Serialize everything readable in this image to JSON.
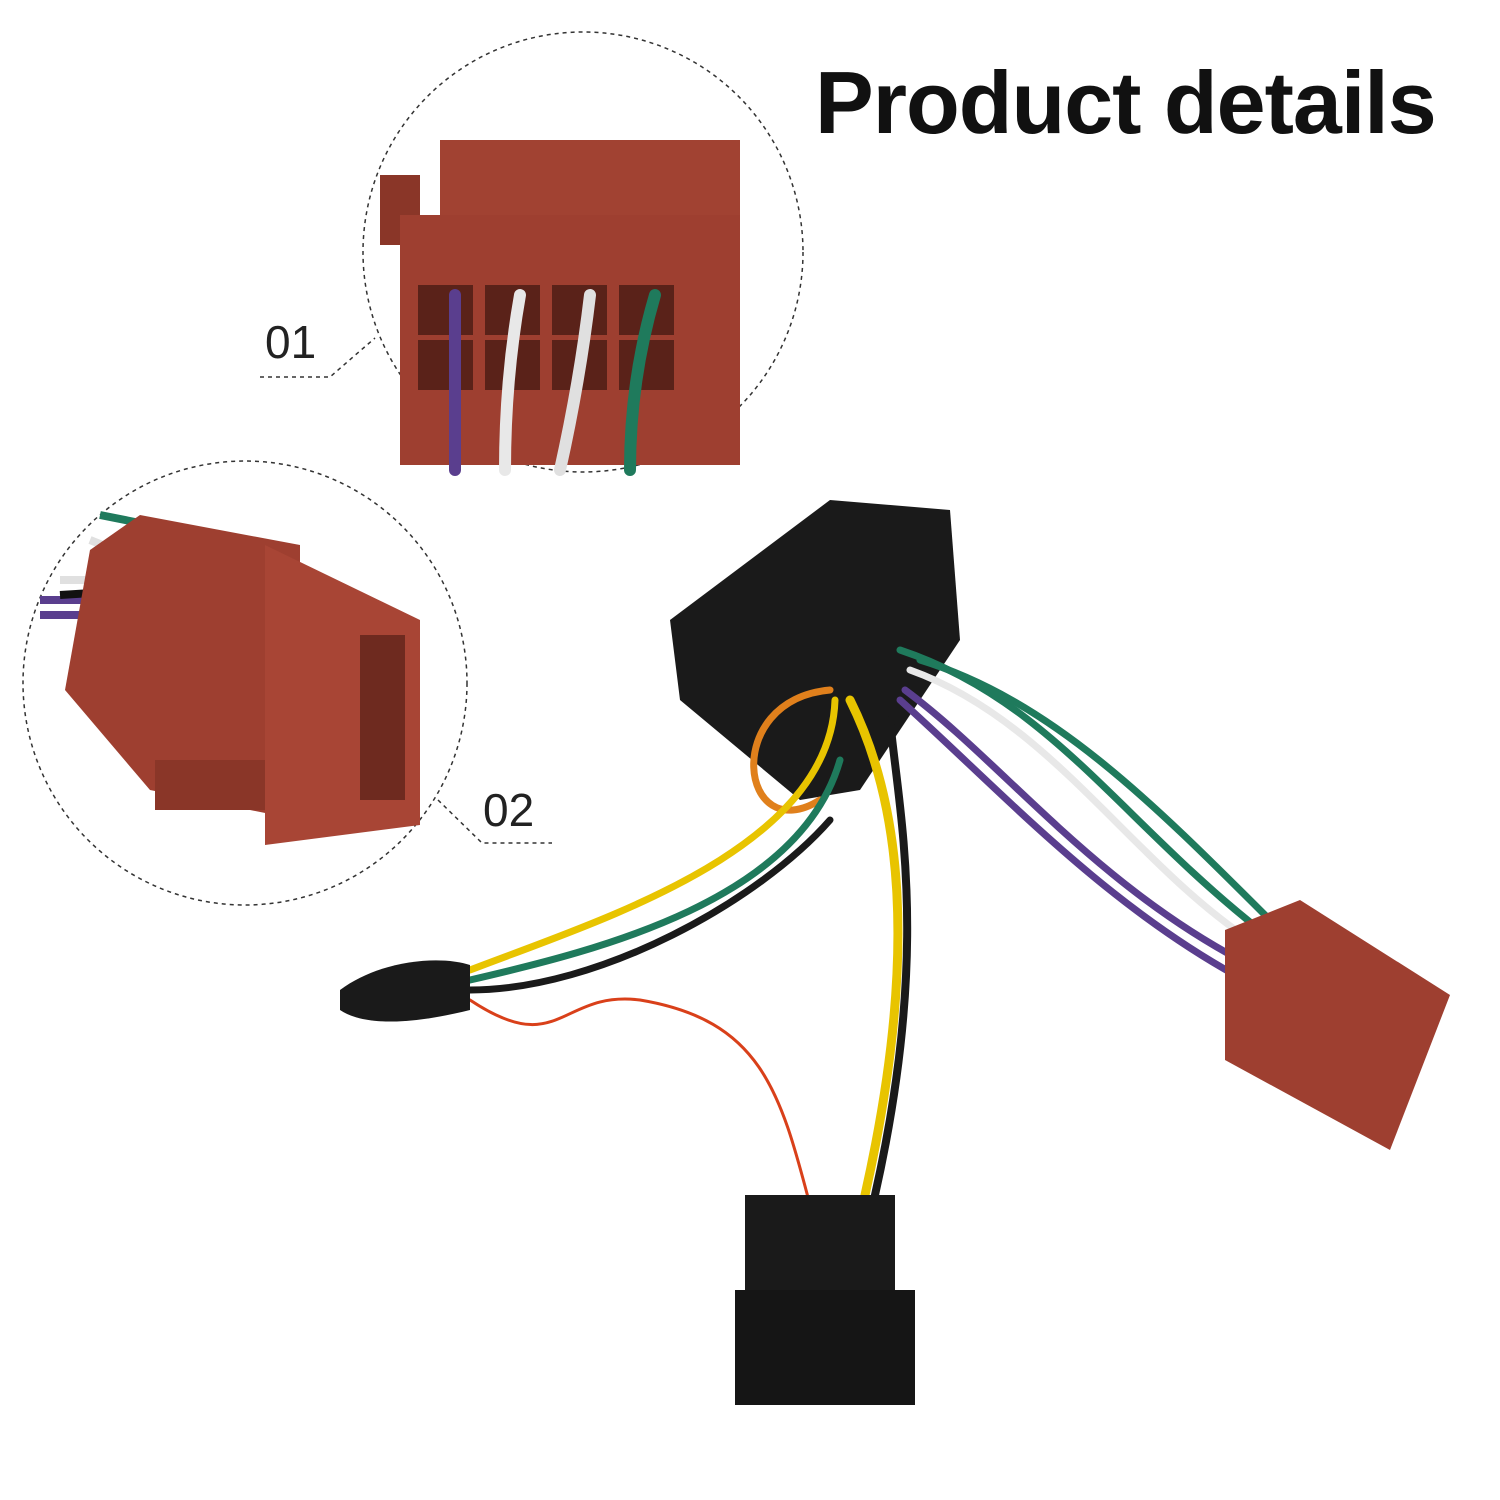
{
  "title": "Product details",
  "callouts": [
    {
      "label": "01",
      "subject": "connector-face-detail"
    },
    {
      "label": "02",
      "subject": "connector-side-detail"
    }
  ],
  "colors": {
    "connector_red": "#9e3f30",
    "connector_black": "#1a1a1a",
    "wire_purple": "#5a3e8e",
    "wire_green": "#1f7a5c",
    "wire_white": "#e8e8e8",
    "wire_yellow": "#e8c400",
    "wire_orange": "#e0801c",
    "wire_red": "#d9401a"
  }
}
